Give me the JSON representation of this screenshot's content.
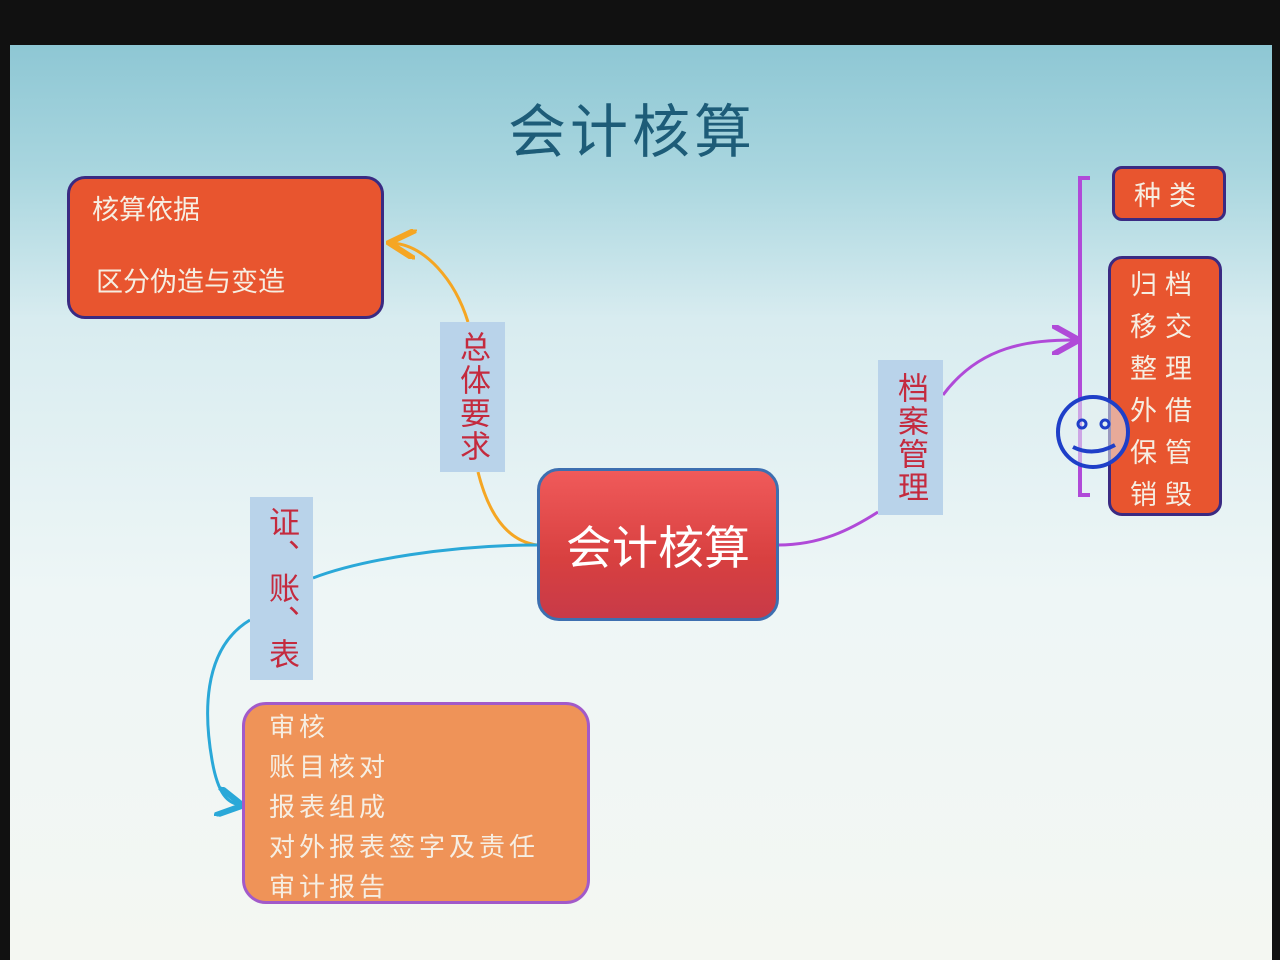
{
  "title": "会计核算",
  "center": "会计核算",
  "branches": {
    "requirements": {
      "label": "总体要求",
      "items": [
        "核算依据",
        "区分伪造与变造"
      ]
    },
    "documents": {
      "label": "证、账、表",
      "items": [
        "审核",
        "账目核对",
        "报表组成",
        "对外报表签字及责任",
        "审计报告"
      ]
    },
    "archives": {
      "label": "档案管理",
      "types": "种类",
      "items": [
        "归档",
        "移交",
        "整理",
        "外借",
        "保管",
        "销毁"
      ]
    }
  },
  "colors": {
    "title": "#1d5c78",
    "center_box": "#e04a4a",
    "red_box": "#e8552f",
    "orange_box": "#ef9358",
    "label_bg": "#b9d3ea",
    "label_text": "#c42a3e",
    "connector_requirements": "#f5a623",
    "connector_documents": "#2aa8d8",
    "connector_archives": "#b04ad8"
  },
  "icons": [
    "smiley-face-icon"
  ]
}
